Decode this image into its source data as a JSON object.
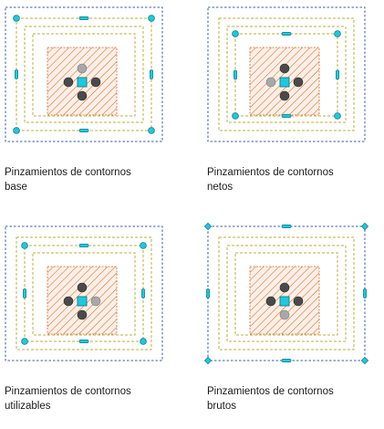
{
  "colors": {
    "outer_dash": "#3b5fa6",
    "band_dash": "#b8b042",
    "hatch": "#d9672c",
    "core_fill": "#fbefe6",
    "grip_cyan": "#1ec9dd",
    "grip_edge": "#0c7f8c",
    "grip_dark": "#4a4a4a",
    "grip_light": "#a8a8a8"
  },
  "panels": [
    {
      "id": "base",
      "caption_line1": "Pinzamientos de contornos",
      "caption_line2": "base",
      "grip_level": "base",
      "highlight_arrow": "up"
    },
    {
      "id": "netos",
      "caption_line1": "Pinzamientos de contornos",
      "caption_line2": "netos",
      "grip_level": "net",
      "highlight_arrow": "left"
    },
    {
      "id": "util",
      "caption_line1": "Pinzamientos de contornos",
      "caption_line2": "utilizables",
      "grip_level": "usable",
      "highlight_arrow": "right"
    },
    {
      "id": "brutos",
      "caption_line1": "Pinzamientos de contornos",
      "caption_line2": "brutos",
      "grip_level": "gross",
      "highlight_arrow": "down"
    }
  ]
}
